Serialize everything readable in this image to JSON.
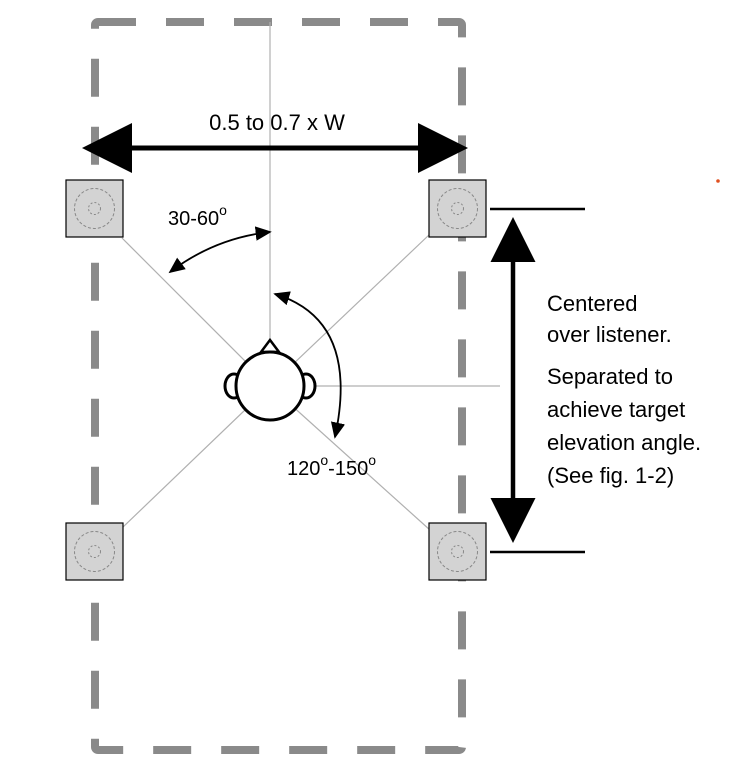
{
  "labels": {
    "width_spacing": "0.5 to 0.7 x W",
    "angle_front_base": "30-60",
    "angle_front_sup": "o",
    "angle_rear_a": "120",
    "angle_rear_a_sup": "o",
    "angle_rear_dash": "-150",
    "angle_rear_b_sup": "o",
    "note": [
      "Centered",
      "over listener.",
      "Separated to",
      "achieve target",
      "elevation angle.",
      "(See fig. 1-2)"
    ]
  },
  "colors": {
    "room_outline": "#8a8a8a",
    "speaker_fill": "#d3d3d3",
    "guide_line": "#b0b0b0",
    "stroke": "#000000",
    "dot": "#e05020"
  }
}
